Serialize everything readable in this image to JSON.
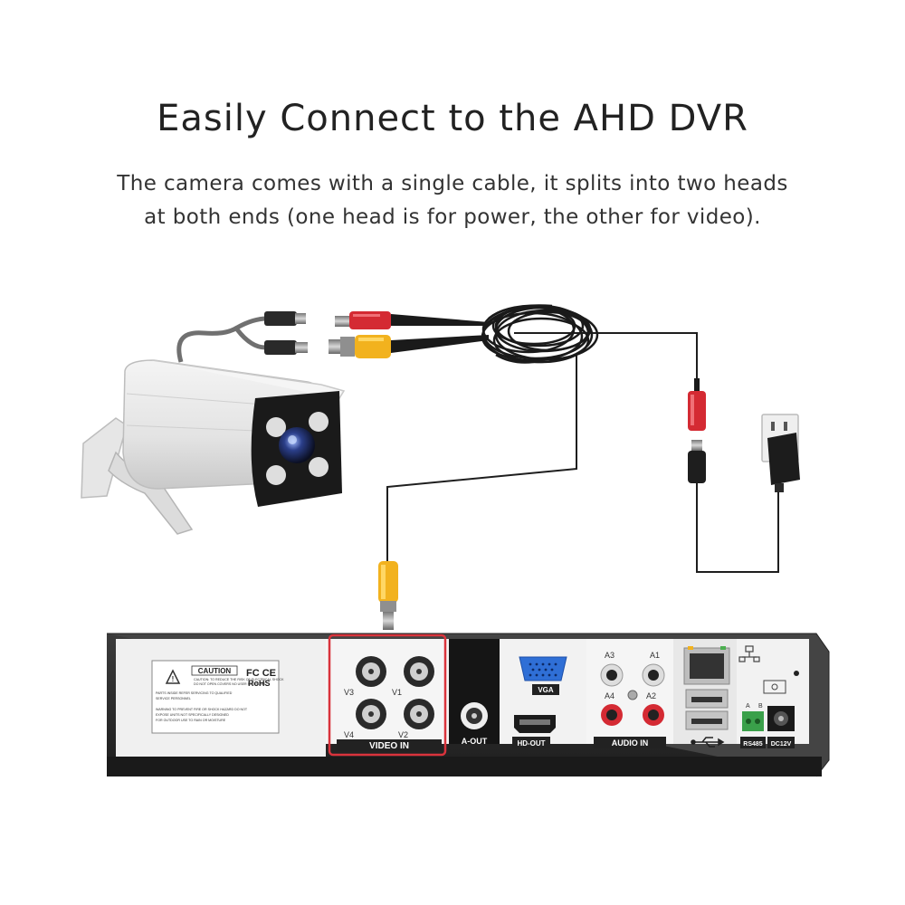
{
  "heading": "Easily Connect to the AHD DVR",
  "description": {
    "line1": "The camera comes with a single cable, it splits into two heads",
    "line2": "at both ends (one head is for power, the other for video)."
  },
  "dvr": {
    "video_in_label": "VIDEO IN",
    "ports": [
      "V3",
      "V1",
      "V4",
      "V2"
    ],
    "a_out_label": "A-OUT",
    "vga_label": "VGA",
    "hdout_label": "HD-OUT",
    "audio_in_label": "AUDIO IN",
    "audio_ports": [
      "A3",
      "A1",
      "A4",
      "A2"
    ],
    "rs485_label": "RS485",
    "dc12v_label": "DC12V",
    "rs485_pins": [
      "A",
      "B"
    ],
    "caution_title": "CAUTION",
    "cert_marks": "FC CE",
    "rohs_mark": "RoHS",
    "caution_lines": [
      "CAUTION: TO REDUCE THE RISK OF ELECTRICAL SHOCK",
      "DO NOT OPEN COVERS NO USER SERVICING",
      "PARTS INSIDE REFER SERVICING TO QUALIFIED",
      "SERVICE PERSONNEL",
      "WARNING TO PREVENT FIRE OR SHOCK HAZARD DO NOT",
      "EXPOSE UNITS NOT SPECIFICALLY DESIGNED",
      "FOR OUTDOOR USE TO RAIN OR MOISTURE"
    ]
  },
  "colors": {
    "highlight": "#d9333c",
    "bnc_yellow": "#f2b21e",
    "plug_red": "#d42a33",
    "dvr_body": "#2a2a2a",
    "vga_blue": "#2f6fd6"
  }
}
